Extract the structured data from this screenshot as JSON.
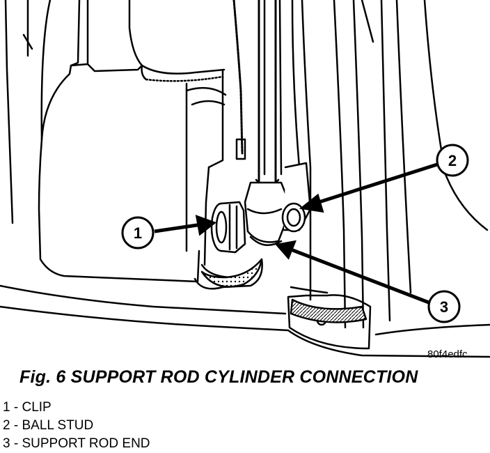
{
  "figure": {
    "caption": "Fig. 6 SUPPORT ROD CYLINDER CONNECTION",
    "code": "80f4edfc",
    "callouts": [
      "1",
      "2",
      "3"
    ]
  },
  "legend": [
    {
      "num": "1",
      "text": "CLIP"
    },
    {
      "num": "2",
      "text": "BALL STUD"
    },
    {
      "num": "3",
      "text": "SUPPORT ROD END"
    }
  ]
}
